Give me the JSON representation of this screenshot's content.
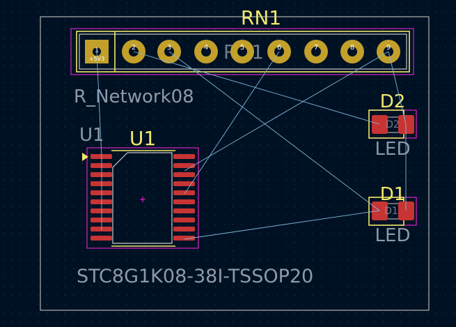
{
  "board": {
    "edge_color": "#d0d2cd",
    "background": "#001124",
    "grid_color": "#3d4a5a"
  },
  "footprints": {
    "rn1": {
      "reference": "RN1",
      "value": "R_Network08",
      "ghost_reference": "RN1",
      "pad1_net": "+5V3",
      "pad_numbers": [
        "1",
        "2",
        "3",
        "4",
        "5",
        "6",
        "7",
        "8",
        "9"
      ]
    },
    "u1": {
      "reference_silk": "U1",
      "reference_fab": "U1",
      "value": "STC8G1K08-38I-TSSOP20"
    },
    "d2": {
      "reference": "D2",
      "value": "LED",
      "ghost_reference": "D2"
    },
    "d1": {
      "reference": "D1",
      "value": "LED",
      "ghost_reference": "D1"
    }
  },
  "colors": {
    "copper_front": "#c83434",
    "pad_th": "#c2a02a",
    "courtyard": "#ff26e2",
    "silk": "#f2e86b",
    "ratsnest": "#7fb7d9"
  }
}
